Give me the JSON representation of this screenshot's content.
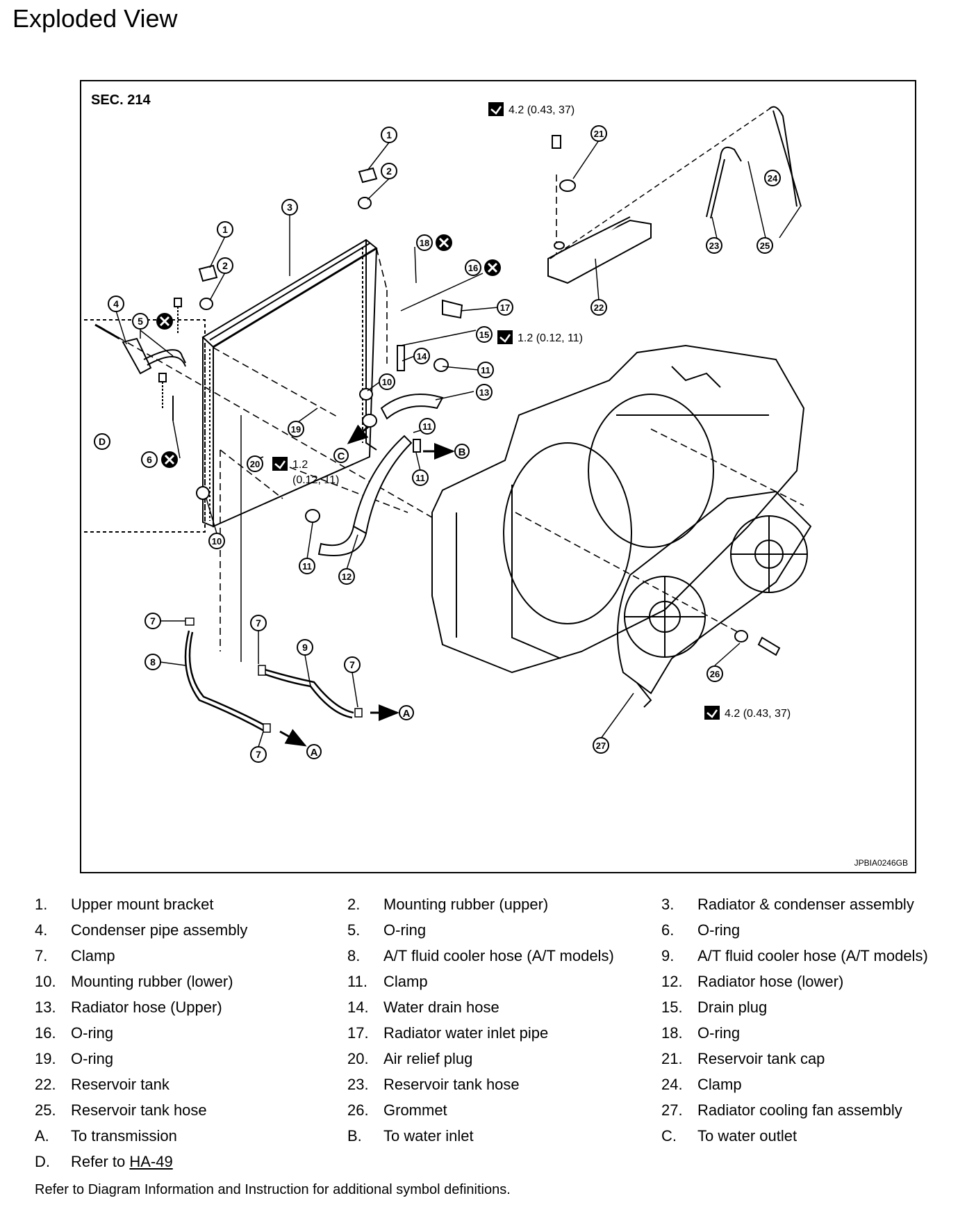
{
  "page": {
    "title": "Exploded View"
  },
  "diagram": {
    "section": "SEC. 214",
    "image_code": "JPBIA0246GB",
    "callouts": [
      "1",
      "2",
      "3",
      "1",
      "2",
      "4",
      "5",
      "6",
      "D",
      "10",
      "10",
      "11",
      "11",
      "11",
      "11",
      "12",
      "13",
      "14",
      "15",
      "16",
      "17",
      "18",
      "19",
      "20",
      "21",
      "22",
      "23",
      "24",
      "25",
      "26",
      "27",
      "7",
      "7",
      "7",
      "7",
      "8",
      "9"
    ],
    "torques": {
      "reservoir": "4.2 (0.43, 37)",
      "drain_plug": "1.2 (0.12, 11)",
      "air_relief_line1": "1.2",
      "air_relief_line2": "(0.12, 11)",
      "fan": "4.2 (0.43, 37)"
    },
    "flow_labels": {
      "a": "A",
      "b": "B",
      "c": "C"
    }
  },
  "legend": [
    {
      "num": "1.",
      "text": "Upper mount bracket"
    },
    {
      "num": "2.",
      "text": "Mounting rubber (upper)"
    },
    {
      "num": "3.",
      "text": "Radiator & condenser assembly"
    },
    {
      "num": "4.",
      "text": "Condenser pipe assembly"
    },
    {
      "num": "5.",
      "text": "O-ring"
    },
    {
      "num": "6.",
      "text": "O-ring"
    },
    {
      "num": "7.",
      "text": "Clamp"
    },
    {
      "num": "8.",
      "text": "A/T fluid cooler hose (A/T models)"
    },
    {
      "num": "9.",
      "text": "A/T fluid cooler hose (A/T models)"
    },
    {
      "num": "10.",
      "text": "Mounting rubber (lower)"
    },
    {
      "num": "11.",
      "text": "Clamp"
    },
    {
      "num": "12.",
      "text": "Radiator hose (lower)"
    },
    {
      "num": "13.",
      "text": "Radiator hose (Upper)"
    },
    {
      "num": "14.",
      "text": "Water drain hose"
    },
    {
      "num": "15.",
      "text": "Drain plug"
    },
    {
      "num": "16.",
      "text": "O-ring"
    },
    {
      "num": "17.",
      "text": "Radiator water inlet pipe"
    },
    {
      "num": "18.",
      "text": "O-ring"
    },
    {
      "num": "19.",
      "text": "O-ring"
    },
    {
      "num": "20.",
      "text": "Air relief plug"
    },
    {
      "num": "21.",
      "text": "Reservoir tank cap"
    },
    {
      "num": "22.",
      "text": "Reservoir tank"
    },
    {
      "num": "23.",
      "text": "Reservoir tank hose"
    },
    {
      "num": "24.",
      "text": "Clamp"
    },
    {
      "num": "25.",
      "text": "Reservoir tank hose"
    },
    {
      "num": "26.",
      "text": "Grommet"
    },
    {
      "num": "27.",
      "text": "Radiator cooling fan assembly"
    },
    {
      "num": "A.",
      "text": "To transmission"
    },
    {
      "num": "B.",
      "text": "To water inlet"
    },
    {
      "num": "C.",
      "text": "To water outlet"
    }
  ],
  "legend_d": {
    "num": "D.",
    "prefix": "Refer to ",
    "link": "HA-49"
  },
  "footnote": "Refer to Diagram Information and Instruction for additional symbol definitions."
}
